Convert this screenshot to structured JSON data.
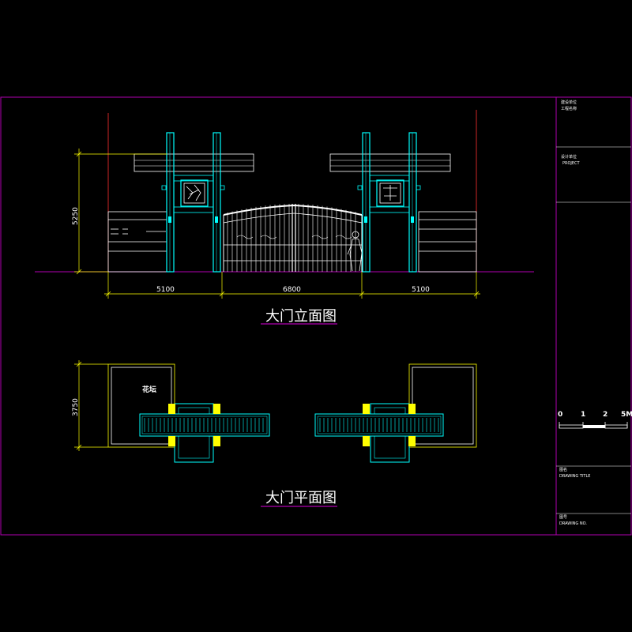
{
  "drawing": {
    "elevation_title": "大门立面图",
    "plan_title": "大门平面图",
    "height_dim": "5250",
    "width_dims": [
      "5100",
      "6800",
      "5100"
    ],
    "plan_depth_dim": "3750",
    "flower_bed_label": "花坛"
  },
  "title_block": {
    "project_line1": "建设单位",
    "project_line2": "工程名称",
    "design_line1": "设计单位",
    "design_line2": "PROJECT",
    "drawing_name_line1": "图名",
    "drawing_name_line2": "DRAWING TITLE",
    "drawing_no_line1": "图号",
    "drawing_no_line2": "DRAWING NO.",
    "scale_labels": [
      "0",
      "1",
      "2",
      "5M"
    ]
  },
  "colors": {
    "frame": "#b000b0",
    "structure": "#00ffff",
    "wall": "#ffffff",
    "dimension": "#ffff00",
    "accent": "#ff0000"
  }
}
